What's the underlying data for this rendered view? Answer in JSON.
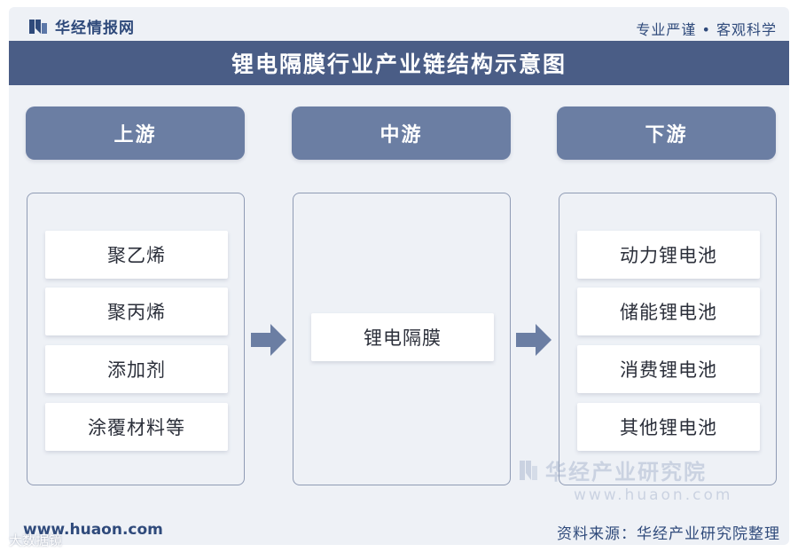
{
  "header": {
    "brand": "华经情报网",
    "motto": "专业严谨 • 客观科学"
  },
  "title": "锂电隔膜行业产业链结构示意图",
  "stages": [
    {
      "label": "上游",
      "items": [
        "聚乙烯",
        "聚丙烯",
        "添加剂",
        "涂覆材料等"
      ]
    },
    {
      "label": "中游",
      "items": [
        "锂电隔膜"
      ]
    },
    {
      "label": "下游",
      "items": [
        "动力锂电池",
        "储能锂电池",
        "消费锂电池",
        "其他锂电池"
      ]
    }
  ],
  "watermark": {
    "name": "华经产业研究院",
    "url": "www.huaon.com"
  },
  "footer": {
    "url": "www.huaon.com",
    "source": "资料来源：华经产业研究院整理"
  },
  "corner_mark": "大数据镜",
  "colors": {
    "title_band": "#4a5d86",
    "stage_header": "#6b7ea3",
    "arrow": "#6b7ea3",
    "brand": "#2f4a7b",
    "panel_bg": "#eef1f6"
  }
}
